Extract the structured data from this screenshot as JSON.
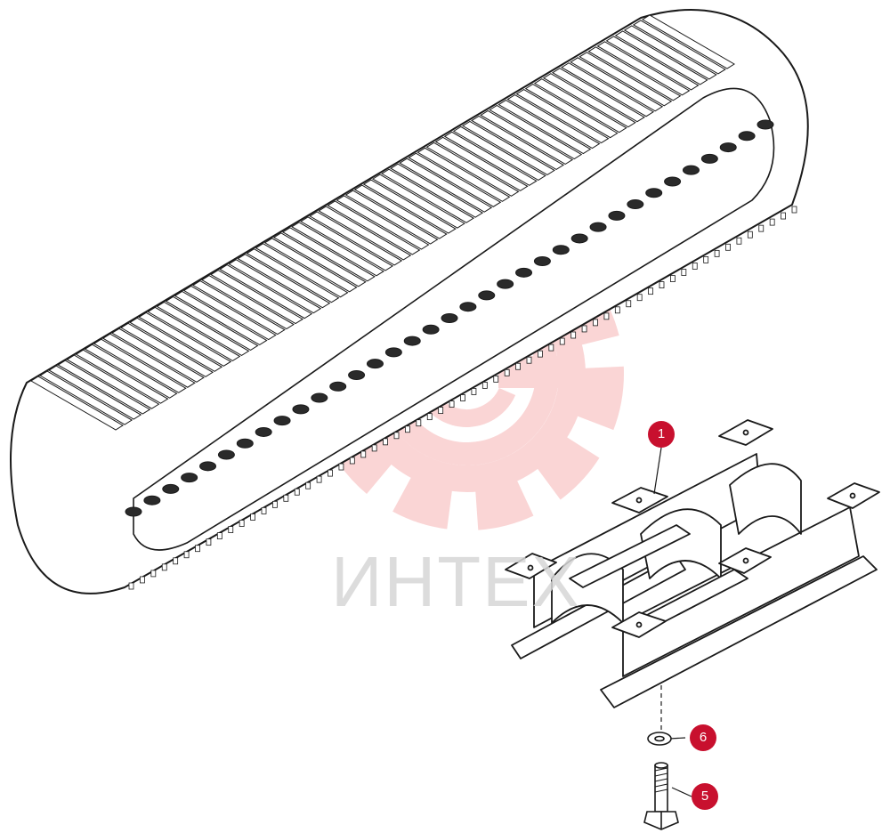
{
  "watermark": {
    "text": "ИНТЕХ",
    "color": "#f08080"
  },
  "callouts": [
    {
      "label": "1"
    },
    {
      "label": "6"
    },
    {
      "label": "5"
    }
  ],
  "colors": {
    "callout": "#c8102e",
    "line": "#1a1a1a",
    "watermark": "#f08080"
  }
}
